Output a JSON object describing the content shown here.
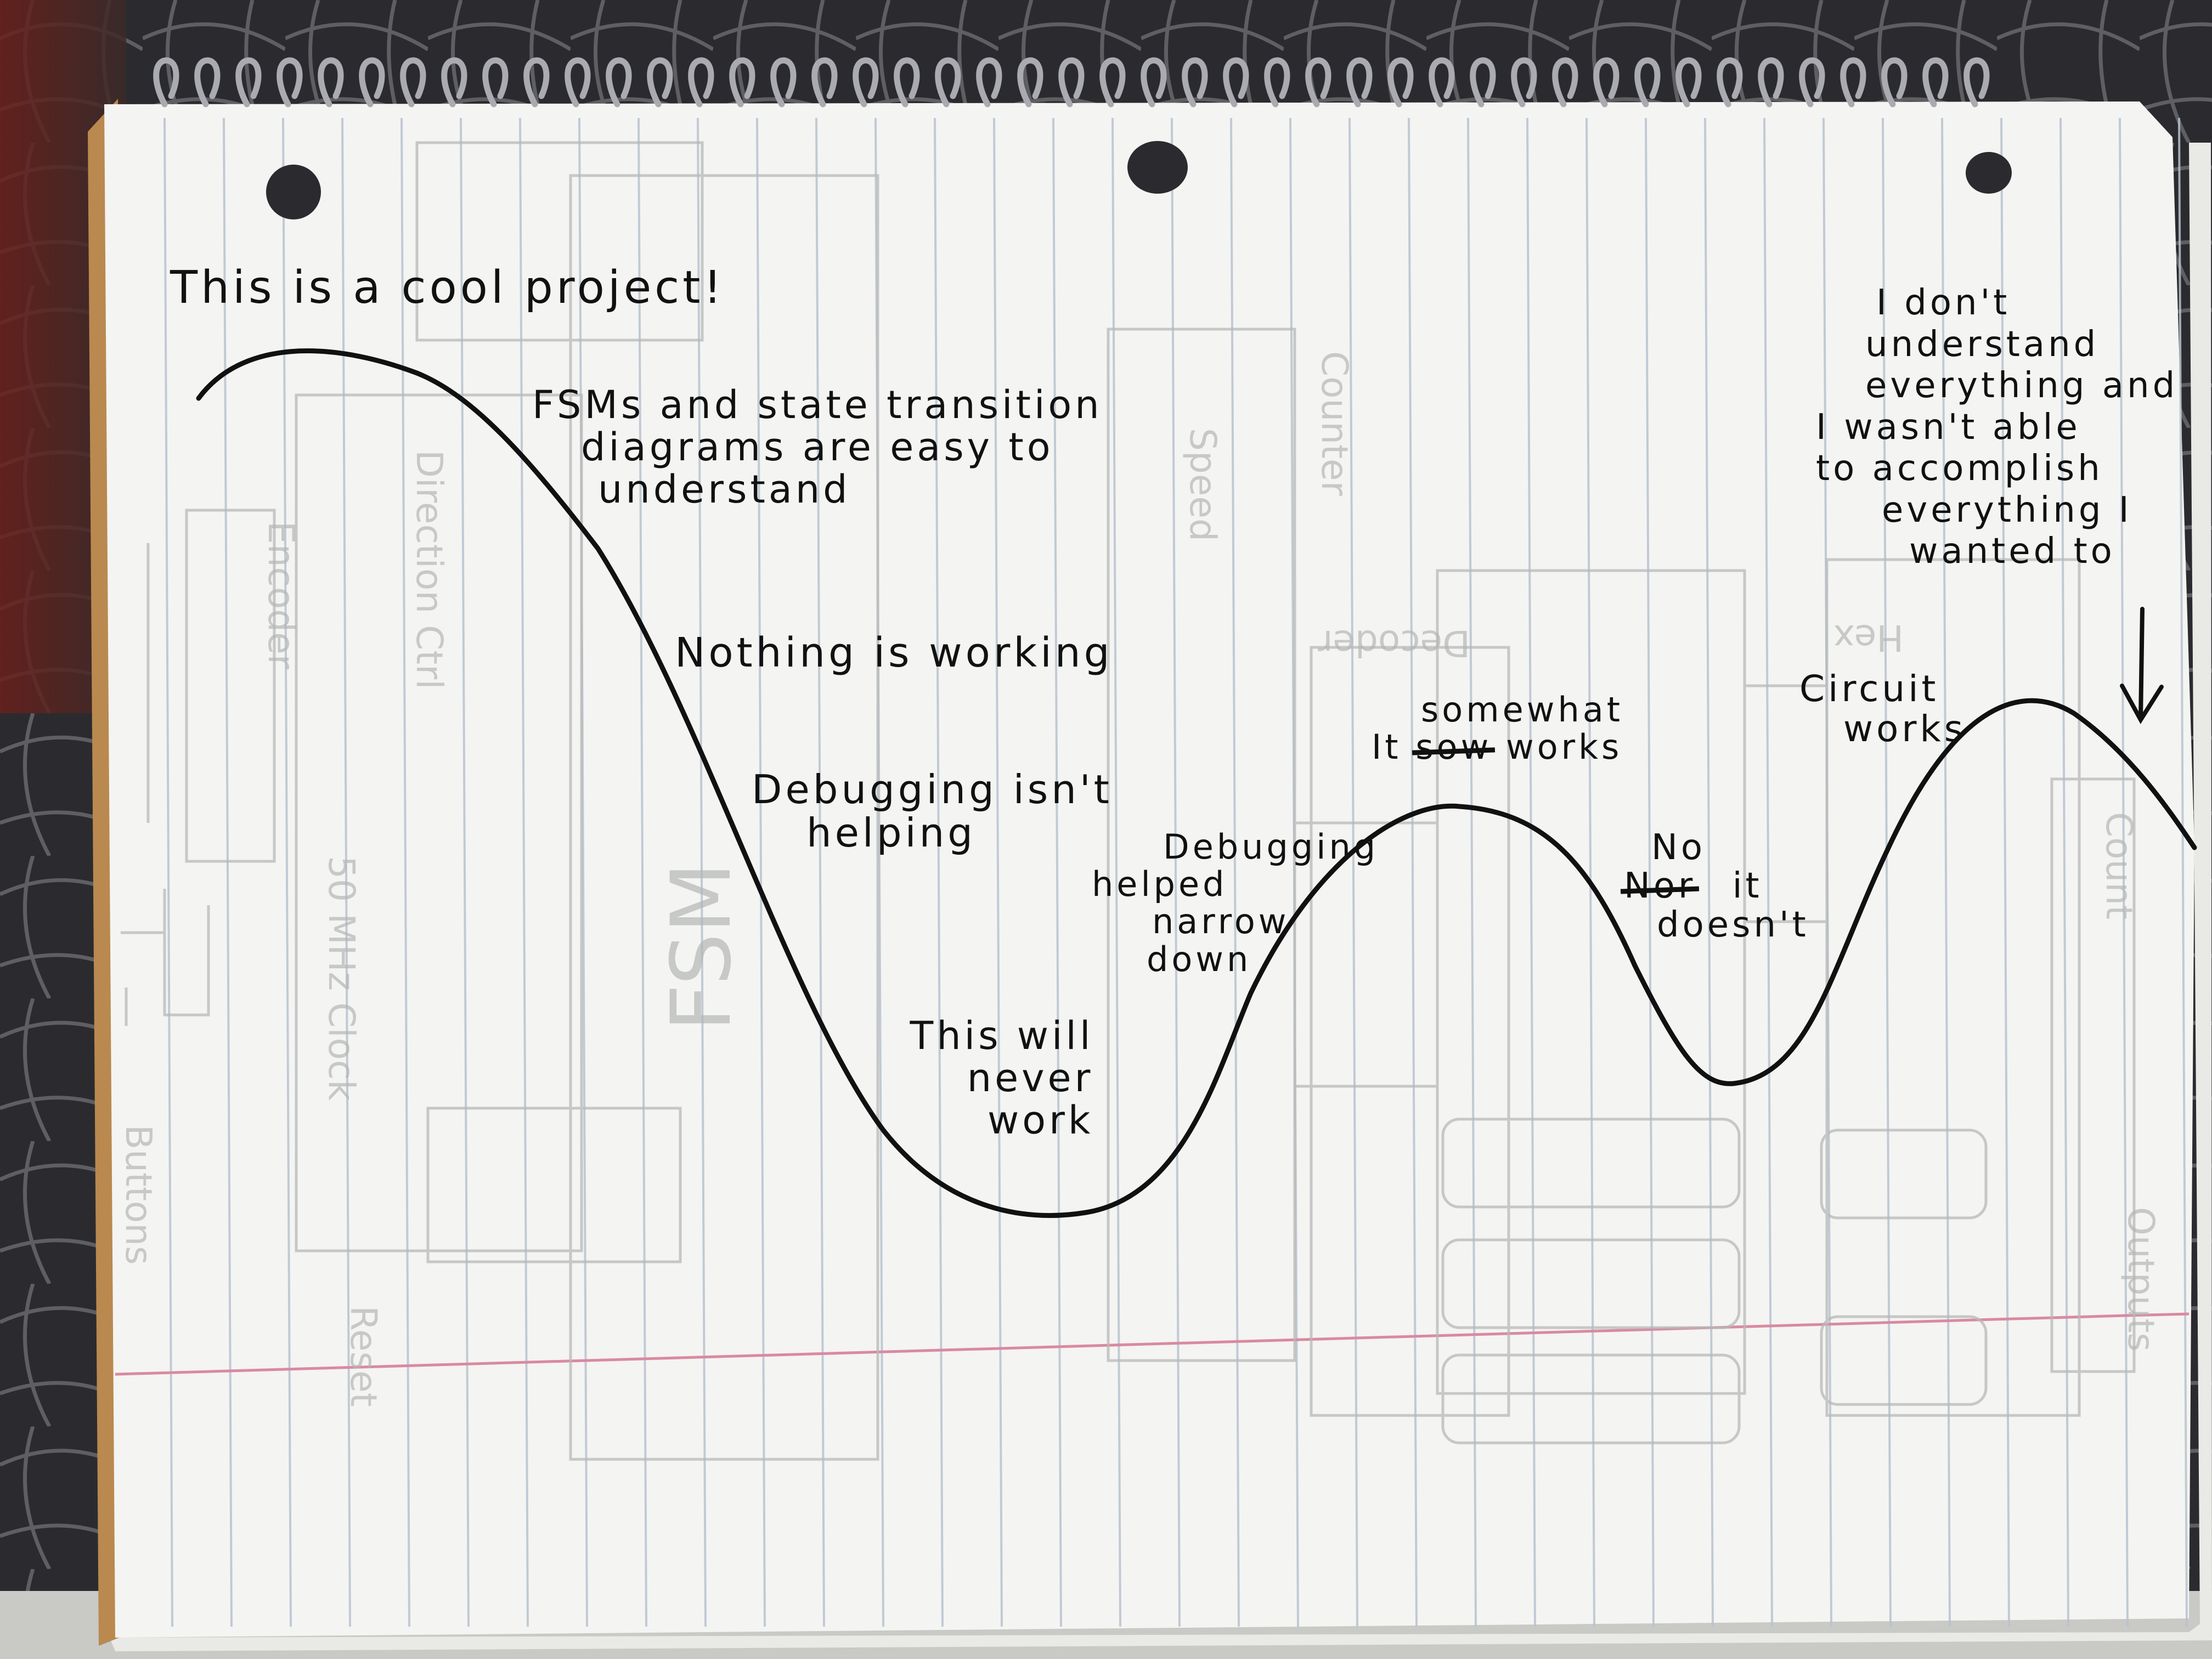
{
  "sketch": {
    "annotations": {
      "start": "This is a cool project!",
      "fsm": [
        "FSMs and state transition",
        "diagrams are easy to",
        "understand"
      ],
      "nothing": "Nothing is working",
      "debug_not": [
        "Debugging isn't",
        "helping"
      ],
      "never": [
        "This will",
        "never",
        "work"
      ],
      "debug_helped": [
        "Debugging",
        "helped",
        "narrow",
        "down"
      ],
      "somewhat": [
        "somewhat",
        "It",
        "sow",
        "works"
      ],
      "no_it": [
        "No",
        "Nor",
        "it",
        "doesn't"
      ],
      "circuit": [
        "Circuit",
        "works"
      ],
      "final": [
        "I don't",
        "understand",
        "everything and",
        "I wasn't able",
        "to accomplish",
        "everything I",
        "wanted to"
      ]
    },
    "colors": {
      "ink": "#111111",
      "paper": "#f4f4f2",
      "rule_lines": "#b9c3cf",
      "margin_line": "#d98aa0",
      "pencil": "#b7b9b8",
      "background": "#2a2a2d"
    },
    "decorations": [
      "spiral-binding",
      "punch-holes",
      "down-arrow-icon",
      "pencil-sketch-underlay"
    ],
    "faint_pencil_underlay_labels": [
      "Buttons",
      "Encoder",
      "Direction Ctrl",
      "50 MHz Clock",
      "Reset",
      "FSM",
      "Speed",
      "Counter",
      "Decoder",
      "Hex",
      "Outputs",
      "Count"
    ]
  }
}
